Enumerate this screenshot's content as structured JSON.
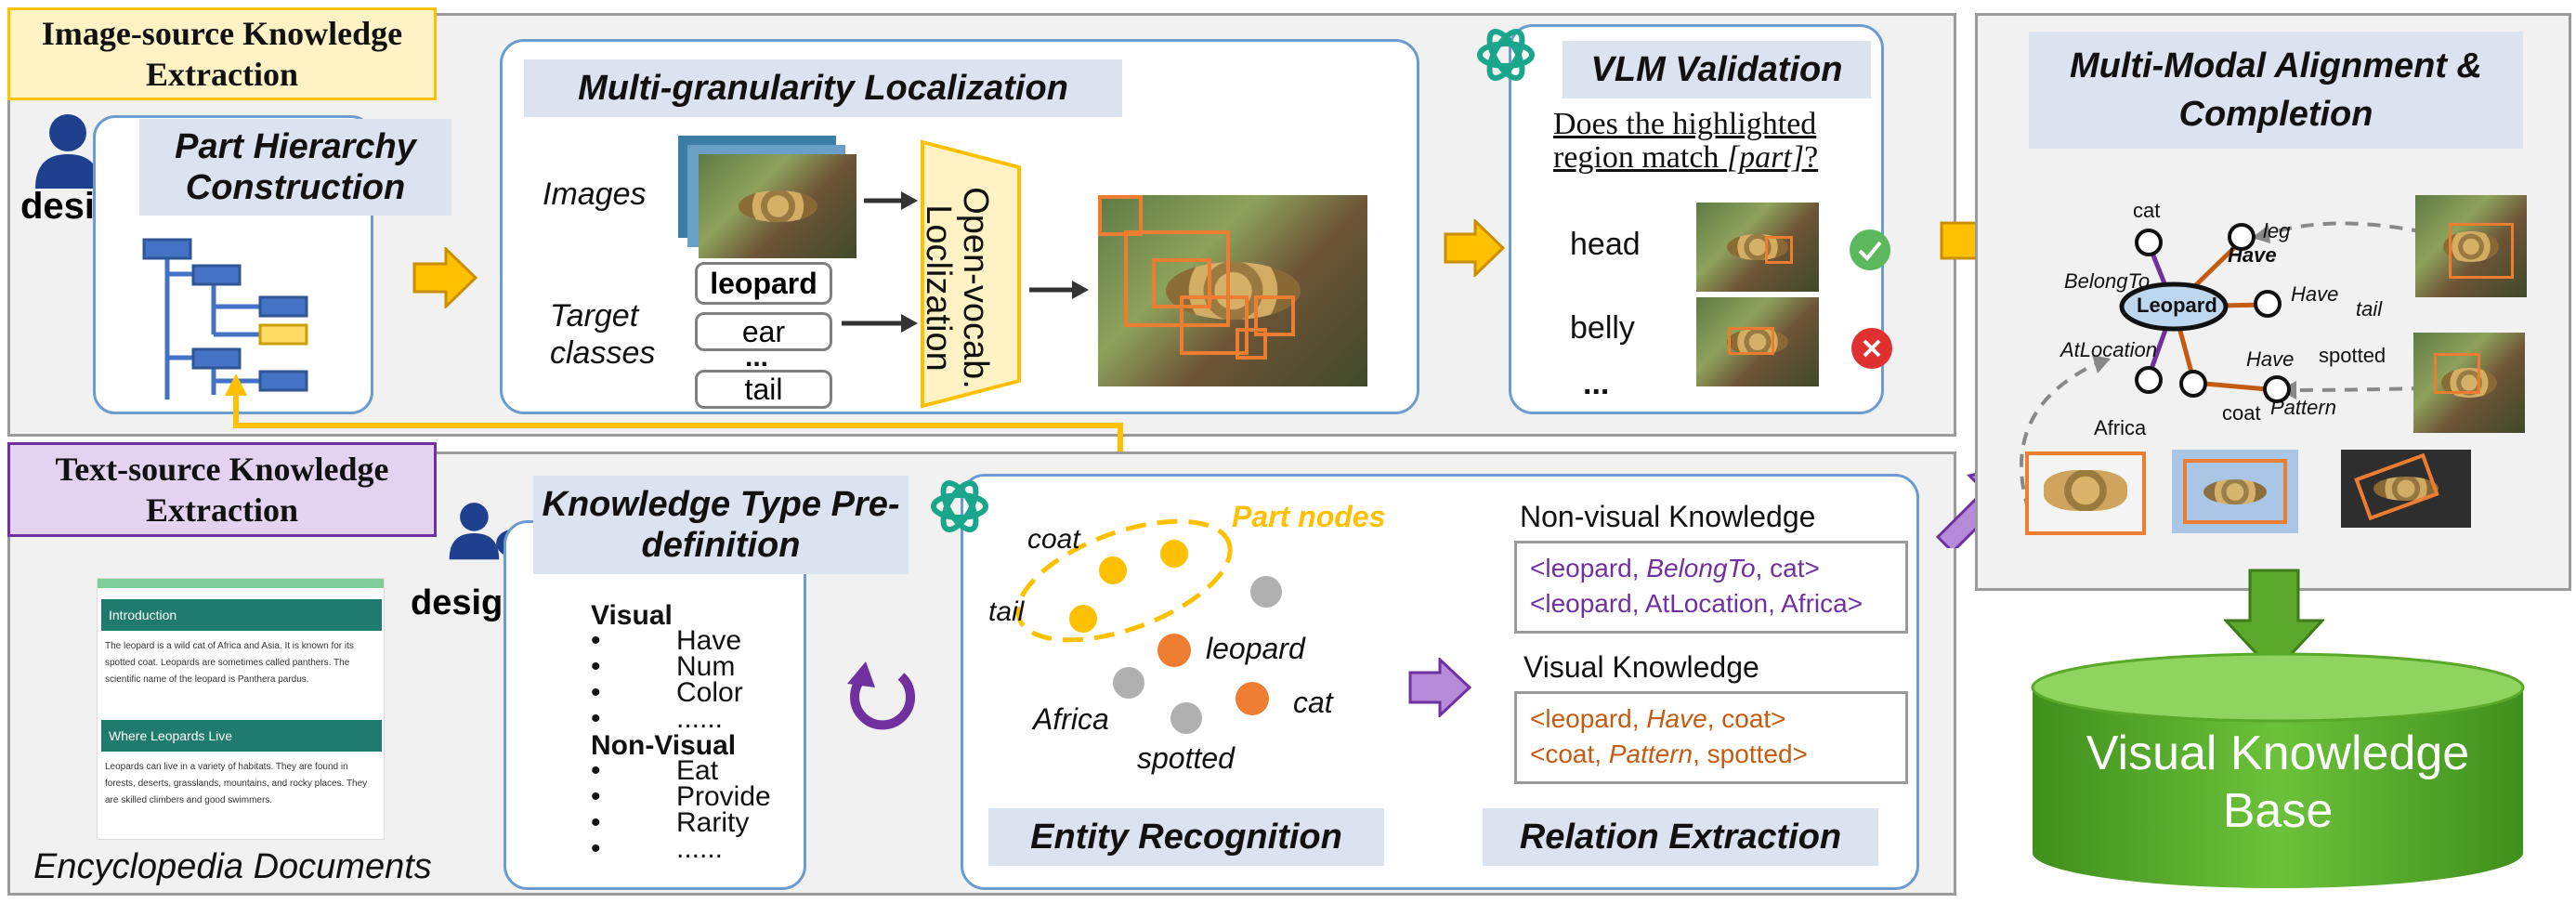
{
  "image_source": {
    "title": "Image-source Knowledge Extraction",
    "designer_label": "designer",
    "part_hierarchy_title": "Part Hierarchy Construction",
    "localization": {
      "title": "Multi-granularity Localization",
      "images_label": "Images",
      "target_label": "Target classes",
      "classes": [
        "leopard",
        "ear",
        "...",
        "tail"
      ],
      "module_label": "Open-vocab. Loclization"
    },
    "vlm": {
      "title": "VLM Validation",
      "question_prefix": "Does the highlighted region match",
      "question_part": "[part]",
      "question_suffix": "?",
      "rows": [
        {
          "label": "head",
          "result": "check",
          "color": "#5cb85c"
        },
        {
          "label": "belly",
          "result": "cross",
          "color": "#e03030"
        }
      ],
      "ellipsis": "..."
    }
  },
  "text_source": {
    "title": "Text-source Knowledge Extraction",
    "designer_label": "designer",
    "doc_caption": "Encyclopedia Documents",
    "doc_sections": [
      {
        "heading": "Introduction",
        "text": "The leopard is a wild cat of Africa and Asia. It is known for its spotted coat. Leopards are sometimes called panthers. The scientific name of the leopard is Panthera pardus."
      },
      {
        "heading": "Where Leopards Live",
        "text": "Leopards can live in a variety of habitats. They are found in forests, deserts, grasslands, mountains, and rocky places. They are skilled climbers and good swimmers."
      }
    ],
    "knowledge_type": {
      "title": "Knowledge Type Pre-definition",
      "visual_heading": "Visual",
      "visual_items": [
        "Have",
        "Num",
        "Color",
        "......"
      ],
      "nonvisual_heading": "Non-Visual",
      "nonvisual_items": [
        "Eat",
        "Provide",
        "Rarity",
        "......"
      ]
    },
    "entity": {
      "title": "Entity Recognition",
      "part_nodes_label": "Part nodes",
      "nodes": [
        "coat",
        "tail",
        "leopard",
        "cat",
        "Africa",
        "spotted"
      ]
    },
    "relation": {
      "title": "Relation Extraction",
      "nonvisual_title": "Non-visual Knowledge",
      "nonvisual_triples": [
        {
          "s": "<leopard, ",
          "p": "BelongTo",
          "o": ", cat>"
        },
        {
          "s": "<leopard, ",
          "p": "AtLocation",
          "o": ", Africa>"
        }
      ],
      "visual_title": "Visual Knowledge",
      "visual_triples": [
        {
          "s": "<leopard, ",
          "p": "Have",
          "o": ", coat>"
        },
        {
          "s": "<coat, ",
          "p": "Pattern",
          "o": ", spotted>"
        }
      ]
    }
  },
  "alignment": {
    "title": "Multi-Modal Alignment & Completion",
    "center": "Leopard",
    "labels": {
      "cat": "cat",
      "leg": "leg",
      "have_top": "Have",
      "belongto": "BelongTo",
      "have_right": "Have",
      "tail": "tail",
      "atlocation": "AtLocation",
      "have_bottom": "Have",
      "spotted": "spotted",
      "coat": "coat",
      "pattern": "Pattern",
      "africa": "Africa"
    }
  },
  "kb": {
    "title": "Visual Knowledge Base"
  },
  "colors": {
    "yellow": "#ffc000",
    "purple": "#7030a0",
    "orange": "#c55a11",
    "blue_card": "#6b9bcf",
    "green_db": "#5aa829"
  }
}
